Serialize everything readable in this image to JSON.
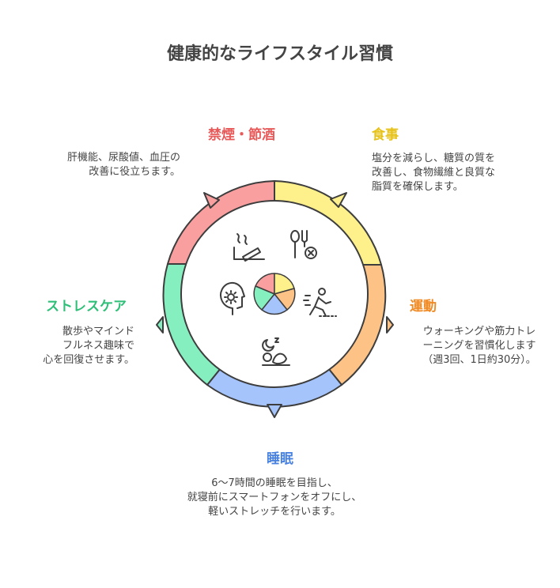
{
  "title": "健康的なライフスタイル習慣",
  "colors": {
    "alcohol": "#fa9f9f",
    "diet": "#fef08a",
    "exercise": "#fdc285",
    "sleep": "#a5c4fc",
    "stress": "#86efbf",
    "outline": "#3d3d3d"
  },
  "sections": {
    "alcohol": {
      "label": "禁煙・節酒",
      "label_color": "#e85a5a",
      "desc": "肝機能、尿酸値、血圧の\n改善に役立ちます。",
      "icon": "no-smoking-icon"
    },
    "diet": {
      "label": "食事",
      "label_color": "#e6c21a",
      "desc": "塩分を減らし、糖質の質を\n改善し、食物繊維と良質な\n脂質を確保します。",
      "icon": "fork-spoon-icon"
    },
    "exercise": {
      "label": "運動",
      "label_color": "#f08a24",
      "desc": "ウォーキングや筋力トレ\nーニングを習慣化します\n（週3回、1日約30分）。",
      "icon": "running-icon"
    },
    "sleep": {
      "label": "睡眠",
      "label_color": "#4a82e0",
      "desc": "6〜7時間の睡眠を目指し、\n就寝前にスマートフォンをオフにし、\n軽いストレッチを行います。",
      "icon": "sleeping-icon"
    },
    "stress": {
      "label": "ストレスケア",
      "label_color": "#2fbf78",
      "desc": "散歩やマインド\nフルネス趣味で\n心を回復させます。",
      "icon": "head-gear-icon"
    }
  }
}
